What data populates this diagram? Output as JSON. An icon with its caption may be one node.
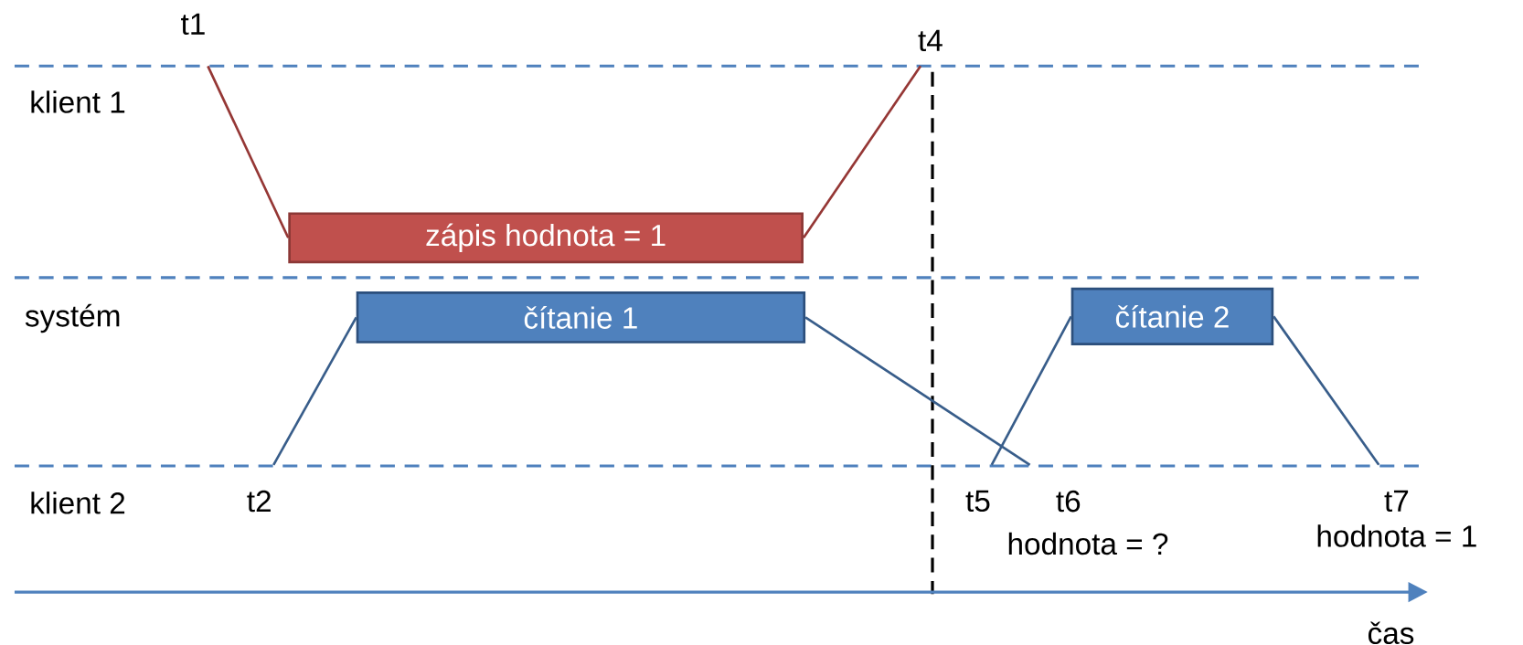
{
  "diagram": {
    "nodes": [
      {
        "text": [
          "t1"
        ]
      },
      {
        "text": [
          "t4"
        ]
      },
      {
        "text": [
          "zápis hodnota = 1"
        ]
      },
      {
        "text": [
          "čítanie 1"
        ]
      },
      {
        "text": [
          "čítanie 2"
        ]
      },
      {
        "text": [
          "t2"
        ]
      },
      {
        "text": [
          "t5"
        ]
      },
      {
        "text": [
          "t6"
        ]
      },
      {
        "text": [
          "t7"
        ]
      }
    ],
    "edges": [
      {
        "from": 0,
        "to": 2,
        "arrow": "none",
        "color": "#953735"
      },
      {
        "from": 2,
        "to": 1,
        "arrow": "none",
        "color": "#953735"
      },
      {
        "from": 5,
        "to": 3,
        "arrow": "none",
        "color": "#385d8a"
      },
      {
        "from": 3,
        "to": 7,
        "arrow": "none",
        "color": "#385d8a"
      },
      {
        "from": 6,
        "to": 4,
        "arrow": "none",
        "color": "#385d8a"
      },
      {
        "from": 4,
        "to": 8,
        "arrow": "none",
        "color": "#385d8a"
      }
    ],
    "labels": [
      "klient 1",
      "systém",
      "klient 2",
      "hodnota = ?",
      "hodnota = 1",
      "čas"
    ]
  }
}
